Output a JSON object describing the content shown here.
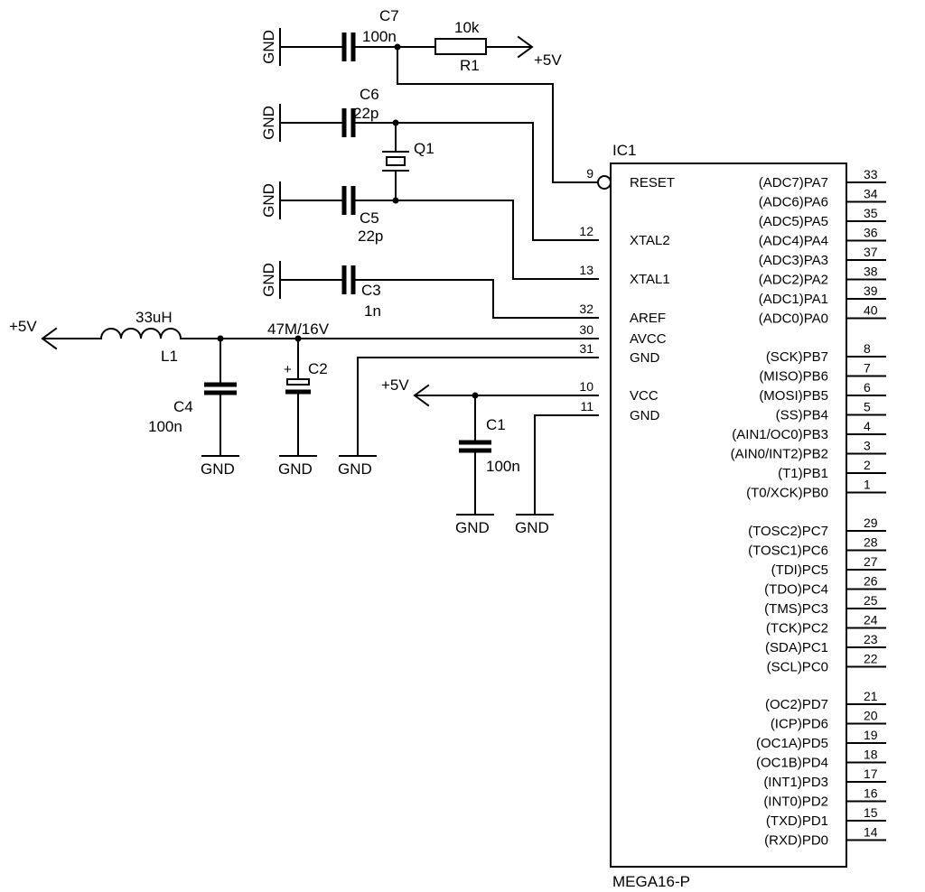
{
  "power": {
    "gnd": "GND",
    "vcc": "+5V"
  },
  "components": {
    "c7": {
      "ref": "C7",
      "value": "100n"
    },
    "r1": {
      "ref": "R1",
      "value": "10k"
    },
    "c6": {
      "ref": "C6",
      "value": "22p"
    },
    "q1": {
      "ref": "Q1"
    },
    "c5": {
      "ref": "C5",
      "value": "22p"
    },
    "c3": {
      "ref": "C3",
      "value": "1n"
    },
    "l1": {
      "ref": "L1",
      "value": "33uH"
    },
    "c4": {
      "ref": "C4",
      "value": "100n"
    },
    "c2": {
      "ref": "C2",
      "value": "47M/16V",
      "polarity": "+"
    },
    "c1": {
      "ref": "C1",
      "value": "100n"
    }
  },
  "ic": {
    "ref": "IC1",
    "part": "MEGA16-P",
    "left_pins": [
      {
        "num": "9",
        "name": "RESET",
        "inverted": true
      },
      {
        "num": "12",
        "name": "XTAL2"
      },
      {
        "num": "13",
        "name": "XTAL1"
      },
      {
        "num": "32",
        "name": "AREF"
      },
      {
        "num": "30",
        "name": "AVCC"
      },
      {
        "num": "31",
        "name": "GND"
      },
      {
        "num": "10",
        "name": "VCC"
      },
      {
        "num": "11",
        "name": "GND"
      }
    ],
    "right_pins": [
      {
        "num": "33",
        "name": "(ADC7)PA7"
      },
      {
        "num": "34",
        "name": "(ADC6)PA6"
      },
      {
        "num": "35",
        "name": "(ADC5)PA5"
      },
      {
        "num": "36",
        "name": "(ADC4)PA4"
      },
      {
        "num": "37",
        "name": "(ADC3)PA3"
      },
      {
        "num": "38",
        "name": "(ADC2)PA2"
      },
      {
        "num": "39",
        "name": "(ADC1)PA1"
      },
      {
        "num": "40",
        "name": "(ADC0)PA0"
      },
      {
        "num": "8",
        "name": "(SCK)PB7"
      },
      {
        "num": "7",
        "name": "(MISO)PB6"
      },
      {
        "num": "6",
        "name": "(MOSI)PB5"
      },
      {
        "num": "5",
        "name": "(SS)PB4"
      },
      {
        "num": "4",
        "name": "(AIN1/OC0)PB3"
      },
      {
        "num": "3",
        "name": "(AIN0/INT2)PB2"
      },
      {
        "num": "2",
        "name": "(T1)PB1"
      },
      {
        "num": "1",
        "name": "(T0/XCK)PB0"
      },
      {
        "num": "29",
        "name": "(TOSC2)PC7"
      },
      {
        "num": "28",
        "name": "(TOSC1)PC6"
      },
      {
        "num": "27",
        "name": "(TDI)PC5"
      },
      {
        "num": "26",
        "name": "(TDO)PC4"
      },
      {
        "num": "25",
        "name": "(TMS)PC3"
      },
      {
        "num": "24",
        "name": "(TCK)PC2"
      },
      {
        "num": "23",
        "name": "(SDA)PC1"
      },
      {
        "num": "22",
        "name": "(SCL)PC0"
      },
      {
        "num": "21",
        "name": "(OC2)PD7"
      },
      {
        "num": "20",
        "name": "(ICP)PD6"
      },
      {
        "num": "19",
        "name": "(OC1A)PD5"
      },
      {
        "num": "18",
        "name": "(OC1B)PD4"
      },
      {
        "num": "17",
        "name": "(INT1)PD3"
      },
      {
        "num": "16",
        "name": "(INT0)PD2"
      },
      {
        "num": "15",
        "name": "(TXD)PD1"
      },
      {
        "num": "14",
        "name": "(RXD)PD0"
      }
    ]
  }
}
